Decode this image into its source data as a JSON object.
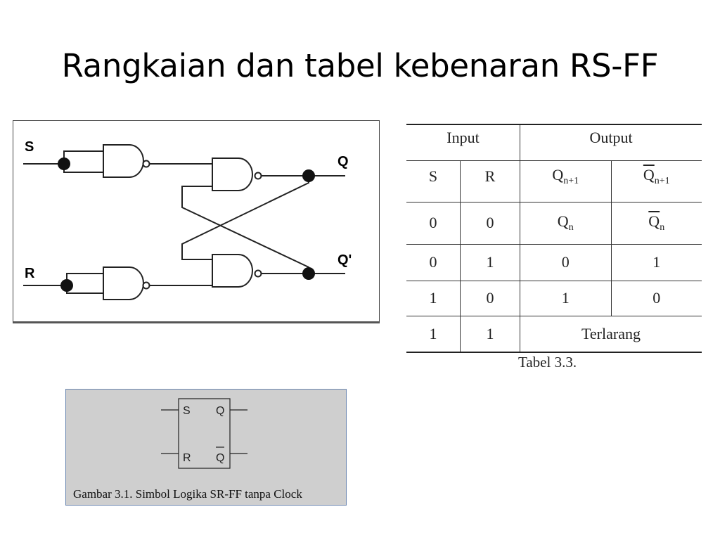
{
  "slide": {
    "title": "Rangkaian dan tabel kebenaran RS-FF"
  },
  "circuit": {
    "input_s": "S",
    "input_r": "R",
    "output_q": "Q",
    "output_q_prime": "Q'"
  },
  "truth_table": {
    "header_input": "Input",
    "header_output": "Output",
    "col_s": "S",
    "col_r": "R",
    "col_q_next": {
      "base": "Q",
      "sub": "n+1"
    },
    "col_qbar_next": {
      "base": "Q",
      "sub": "n+1"
    },
    "rows": [
      {
        "s": "0",
        "r": "0",
        "q": {
          "base": "Q",
          "sub": "n"
        },
        "qbar": {
          "base": "Q",
          "sub": "n"
        }
      },
      {
        "s": "0",
        "r": "1",
        "q": "0",
        "qbar": "1"
      },
      {
        "s": "1",
        "r": "0",
        "q": "1",
        "qbar": "0"
      },
      {
        "s": "1",
        "r": "1",
        "merged": "Terlarang"
      }
    ],
    "caption": "Tabel 3.3."
  },
  "symbol": {
    "pin_s": "S",
    "pin_r": "R",
    "pin_q": "Q",
    "pin_qbar": "Q",
    "caption": "Gambar 3.1. Simbol Logika SR-FF tanpa Clock"
  }
}
